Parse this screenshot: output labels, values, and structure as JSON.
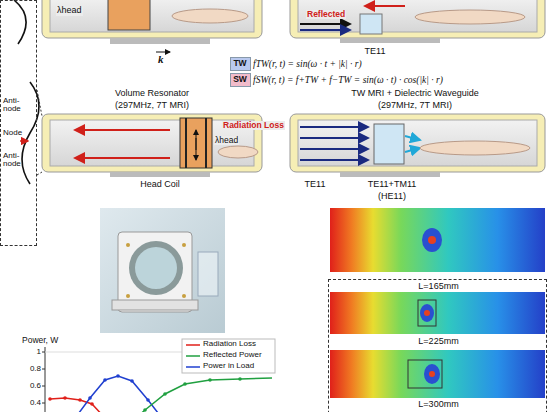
{
  "diagram": {
    "nodes": [
      {
        "text": [
          "Anti-node",
          "Node",
          "Anti-node"
        ]
      },
      {
        "text": [
          "L=165mm",
          "L=225mm",
          "L=300mm"
        ]
      }
    ],
    "labels": [
      "λhead",
      "Reflected",
      "TE11",
      "k",
      "fTW(r, t) = sin(ω · t + |k| · r)",
      "fSW(r, t) = f+TW + f−TW = sin(ω · t) · cos(|k| · r)",
      "Volume Resonator",
      "(297MHz, 7T MRI)",
      "TW MRI + Dielectric Waveguide",
      "(297MHz, 7T MRI)",
      "Radiation Loss",
      "λhead",
      "Head Coil",
      "TE11",
      "TE11+TM11",
      "(HE11)",
      "Power, W",
      "1",
      "0.8",
      "0.6",
      "0.4"
    ],
    "legend": [
      {
        "text": "TW",
        "color": "#b9c9ef"
      },
      {
        "text": "SW",
        "color": "#f2bccb"
      },
      {
        "text": "Radiation Loss"
      },
      {
        "text": "Reflected Power"
      },
      {
        "text": "Power in Load"
      }
    ]
  }
}
